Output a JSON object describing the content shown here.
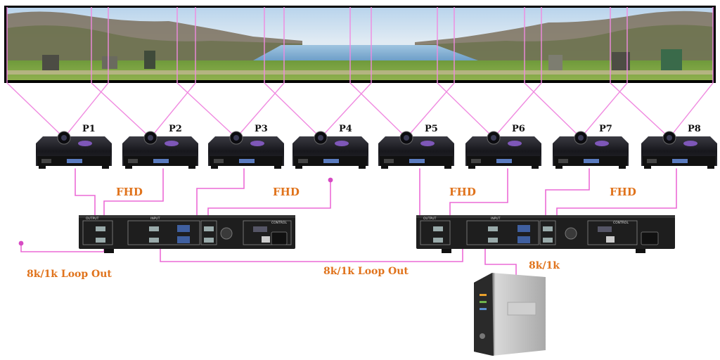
{
  "projectors": [
    "P1",
    "P2",
    "P3",
    "P4",
    "P5",
    "P6",
    "P7",
    "P8"
  ],
  "labels": {
    "fhd": "FHD",
    "loop_out_left": "8k/1k Loop Out",
    "loop_out_center": "8k/1k Loop Out",
    "source_signal": "8k/1k"
  },
  "device_panel": {
    "output": "OUTPUT",
    "input": "INPUT",
    "control": "CONTROL"
  },
  "colors": {
    "cable": "#ec6ad6",
    "projection_line": "#f08ae0",
    "label_orange": "#e0731c",
    "device_body": "#1e1e1e"
  }
}
